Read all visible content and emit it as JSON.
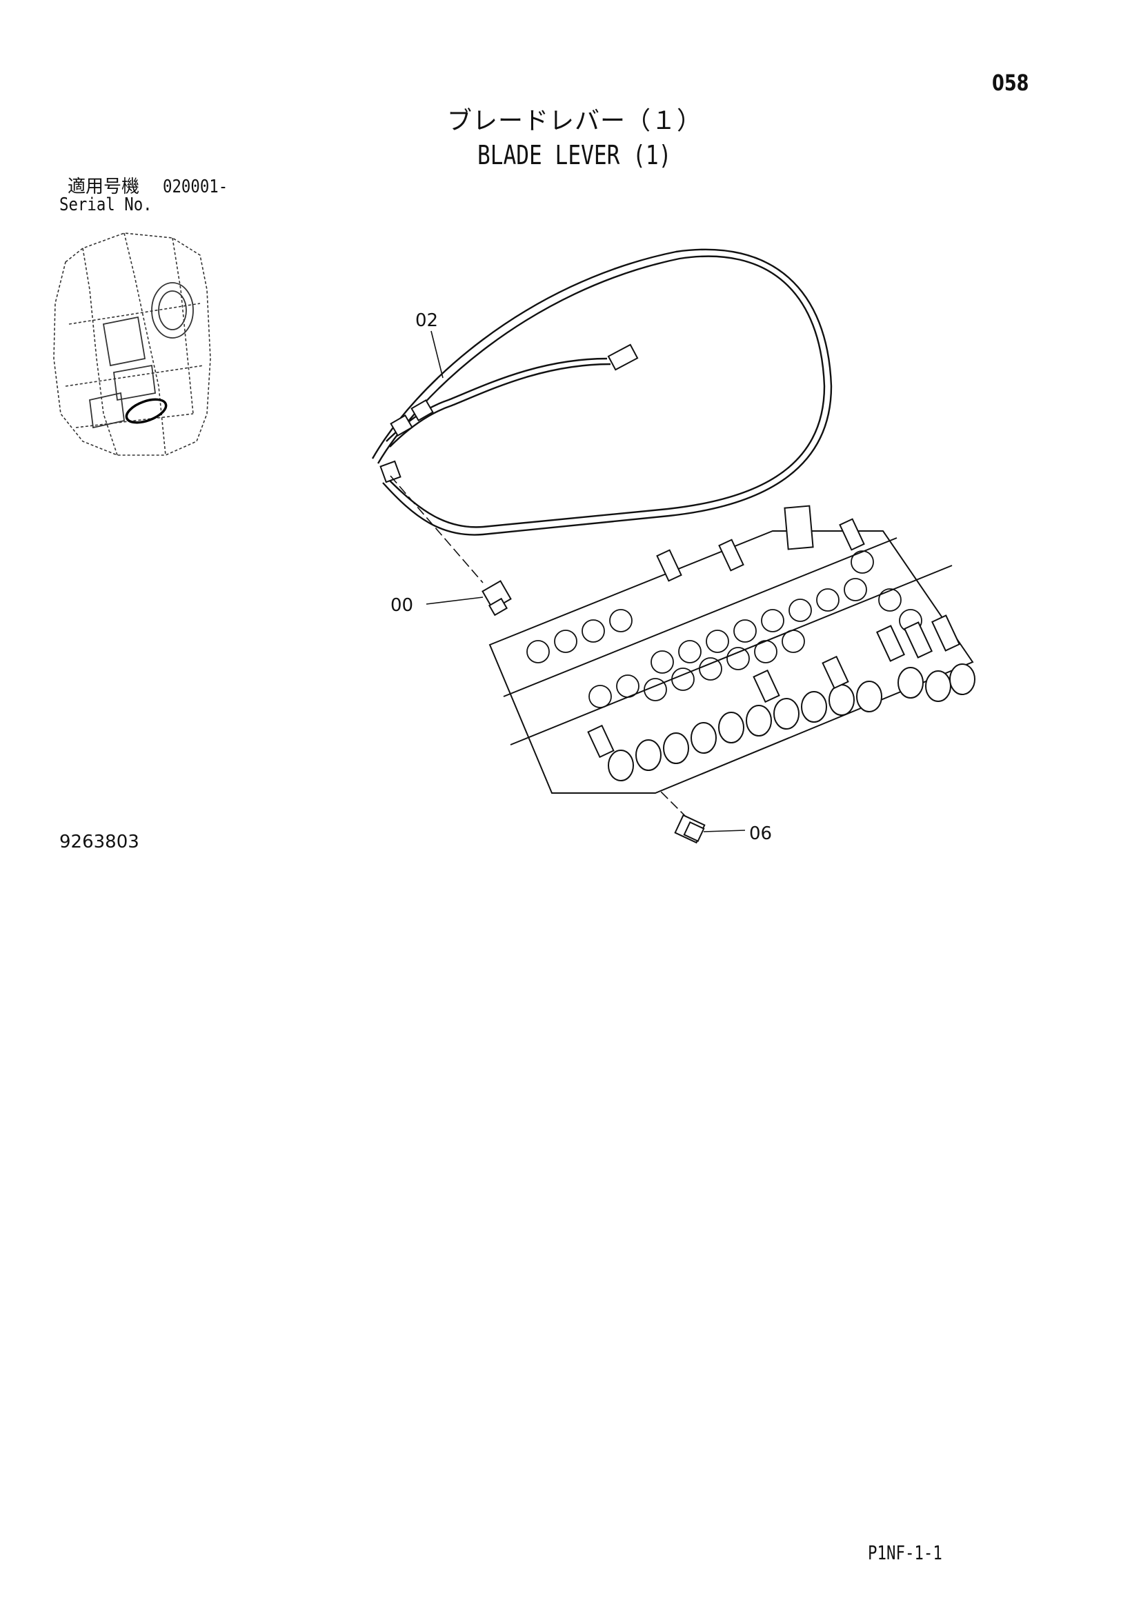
{
  "page_number": "058",
  "title": {
    "japanese": "ブレードレバー（１）",
    "english": "BLADE LEVER (1)"
  },
  "serial": {
    "label_ja": "適用号機",
    "range": "020001-",
    "label_en": "Serial No."
  },
  "figure_number": "9263803",
  "callouts": [
    "02",
    "00",
    "06"
  ],
  "footer_code": "P1NF-1-1"
}
